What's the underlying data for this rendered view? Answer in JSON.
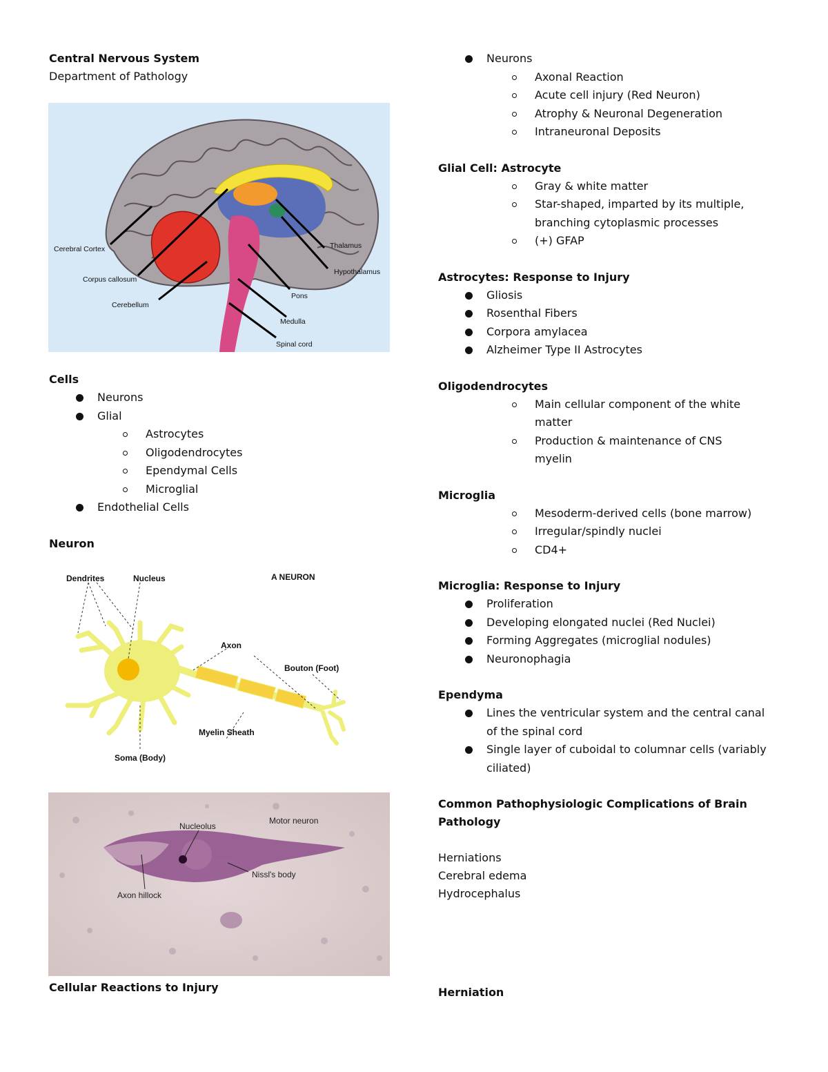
{
  "left": {
    "title": "Central Nervous System",
    "subtitle": "Department of Pathology",
    "brain_labels": {
      "cerebral_cortex": "Cerebral Cortex",
      "corpus_callosum": "Corpus callosum",
      "cerebellum": "Cerebellum",
      "thalamus": "Thalamus",
      "hypothalamus": "Hypothalamus",
      "pons": "Pons",
      "medulla": "Medulla",
      "spinal_cord": "Spinal cord"
    },
    "cells_heading": "Cells",
    "cells": {
      "neurons": "Neurons",
      "glial": "Glial",
      "glial_sub": [
        "Astrocytes",
        "Oligodendrocytes",
        "Ependymal Cells",
        "Microglial"
      ],
      "endothelial": "Endothelial Cells"
    },
    "neuron_heading": "Neuron",
    "neuron_labels": {
      "dendrites": "Dendrites",
      "nucleus": "Nucleus",
      "title": "A NEURON",
      "axon": "Axon",
      "bouton": "Bouton (Foot)",
      "myelin": "Myelin Sheath",
      "soma": "Soma (Body)"
    },
    "micro_labels": {
      "nucleolus": "Nucleolus",
      "motor_neuron": "Motor neuron",
      "nissl": "Nissl's body",
      "axon_hillock": "Axon hillock"
    },
    "reactions_heading": "Cellular Reactions to Injury"
  },
  "right": {
    "neurons_item": "Neurons",
    "neuron_sub": [
      "Axonal Reaction",
      "Acute cell injury (Red Neuron)",
      "Atrophy & Neuronal Degeneration",
      "Intraneuronal Deposits"
    ],
    "astrocyte_heading": "Glial Cell: Astrocyte",
    "astrocyte_sub": [
      "Gray & white matter",
      "Star-shaped, imparted by its multiple, branching cytoplasmic processes",
      "(+) GFAP"
    ],
    "astro_injury_heading": "Astrocytes: Response to Injury",
    "astro_injury": [
      "Gliosis",
      "Rosenthal Fibers",
      "Corpora amylacea",
      "Alzheimer Type II Astrocytes"
    ],
    "oligo_heading": "Oligodendrocytes",
    "oligo_sub": [
      "Main cellular component of the white matter",
      "Production & maintenance of CNS myelin"
    ],
    "microglia_heading": "Microglia",
    "microglia_sub": [
      "Mesoderm-derived cells (bone marrow)",
      "Irregular/spindly nuclei",
      "CD4+"
    ],
    "micro_injury_heading": "Microglia: Response to Injury",
    "micro_injury": [
      "Proliferation",
      "Developing elongated nuclei (Red Nuclei)",
      "Forming Aggregates (microglial nodules)",
      "Neuronophagia"
    ],
    "ependyma_heading": "Ependyma",
    "ependyma": [
      "Lines the ventricular system and the central canal of the spinal cord",
      "Single layer of cuboidal to columnar cells (variably ciliated)"
    ],
    "complications_heading": "Common Pathophysiologic Complications of Brain Pathology",
    "complications": [
      "Herniations",
      "Cerebral edema",
      "Hydrocephalus"
    ],
    "herniation_heading": "Herniation"
  }
}
